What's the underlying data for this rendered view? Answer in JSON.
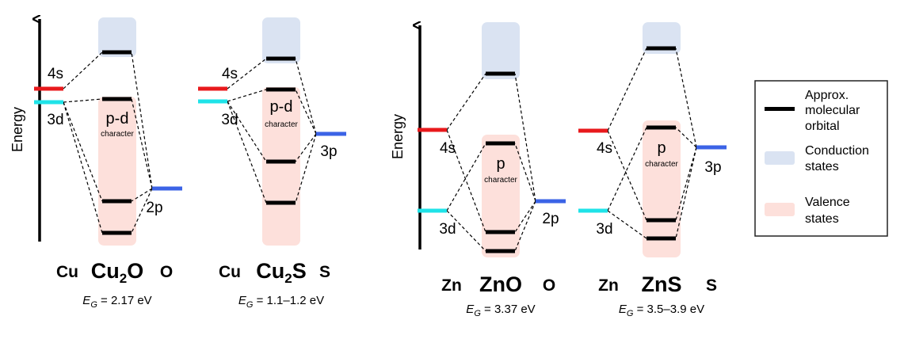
{
  "axis_label": "Energy",
  "panels": [
    {
      "id": "cu2o",
      "metal": "Cu",
      "anion": "O",
      "formula": {
        "base": "Cu",
        "sub": "2",
        "rest": "O"
      },
      "orbitals": {
        "upper": "4s",
        "lower": "3d",
        "anion": "2p"
      },
      "character": {
        "main": "p-d",
        "sub": "character"
      },
      "eg": {
        "symbol": "E",
        "subscript": "G",
        "value": " = 2.17 eV"
      }
    },
    {
      "id": "cu2s",
      "metal": "Cu",
      "anion": "S",
      "formula": {
        "base": "Cu",
        "sub": "2",
        "rest": "S"
      },
      "orbitals": {
        "upper": "4s",
        "lower": "3d",
        "anion": "3p"
      },
      "character": {
        "main": "p-d",
        "sub": "character"
      },
      "eg": {
        "symbol": "E",
        "subscript": "G",
        "value": " = 1.1–1.2 eV"
      }
    },
    {
      "id": "zno",
      "metal": "Zn",
      "anion": "O",
      "formula": {
        "base": "ZnO",
        "sub": "",
        "rest": ""
      },
      "orbitals": {
        "upper": "4s",
        "lower": "3d",
        "anion": "2p"
      },
      "character": {
        "main": "p",
        "sub": "character"
      },
      "eg": {
        "symbol": "E",
        "subscript": "G",
        "value": " = 3.37 eV"
      }
    },
    {
      "id": "zns",
      "metal": "Zn",
      "anion": "S",
      "formula": {
        "base": "ZnS",
        "sub": "",
        "rest": ""
      },
      "orbitals": {
        "upper": "4s",
        "lower": "3d",
        "anion": "3p"
      },
      "character": {
        "main": "p",
        "sub": "character"
      },
      "eg": {
        "symbol": "E",
        "subscript": "G",
        "value": " = 3.5–3.9 eV"
      }
    }
  ],
  "legend": {
    "orbital": [
      "Approx.",
      "molecular",
      "orbital"
    ],
    "conduction": [
      "Conduction",
      "states"
    ],
    "valence": [
      "Valence",
      "states"
    ]
  },
  "colors": {
    "s_orbital": "#e8191c",
    "d_orbital": "#1fe3e8",
    "p_orbital": "#3b63e6",
    "conduction": "#dae3f2",
    "valence": "#fde0db",
    "level": "#000000"
  }
}
